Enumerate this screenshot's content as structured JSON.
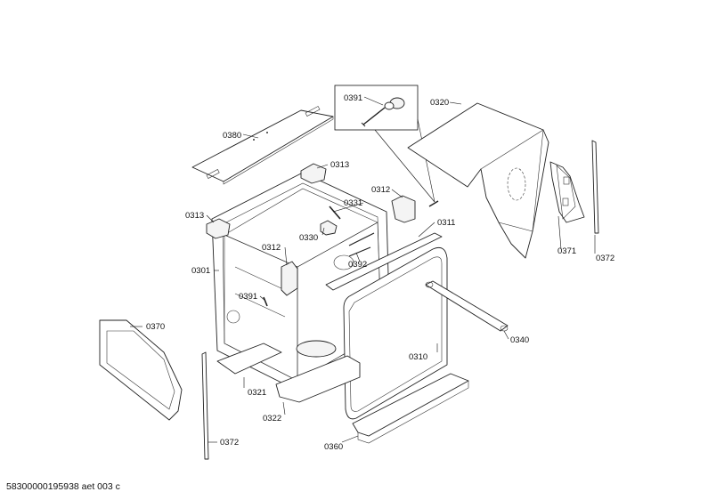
{
  "labels": {
    "p0391_inset": "0391",
    "p0320": "0320",
    "p0380": "0380",
    "p0313_top": "0313",
    "p0313_left": "0313",
    "p0312_right": "0312",
    "p0331": "0331",
    "p0330": "0330",
    "p0311": "0311",
    "p0312_mid": "0312",
    "p0392": "0392",
    "p0301": "0301",
    "p0391_mid": "0391",
    "p0371": "0371",
    "p0372_right": "0372",
    "p0370": "0370",
    "p0340": "0340",
    "p0310": "0310",
    "p0321": "0321",
    "p0322": "0322",
    "p0372_left": "0372",
    "p0360": "0360"
  },
  "footer": {
    "code": "58300000195938 aet 003 c"
  }
}
